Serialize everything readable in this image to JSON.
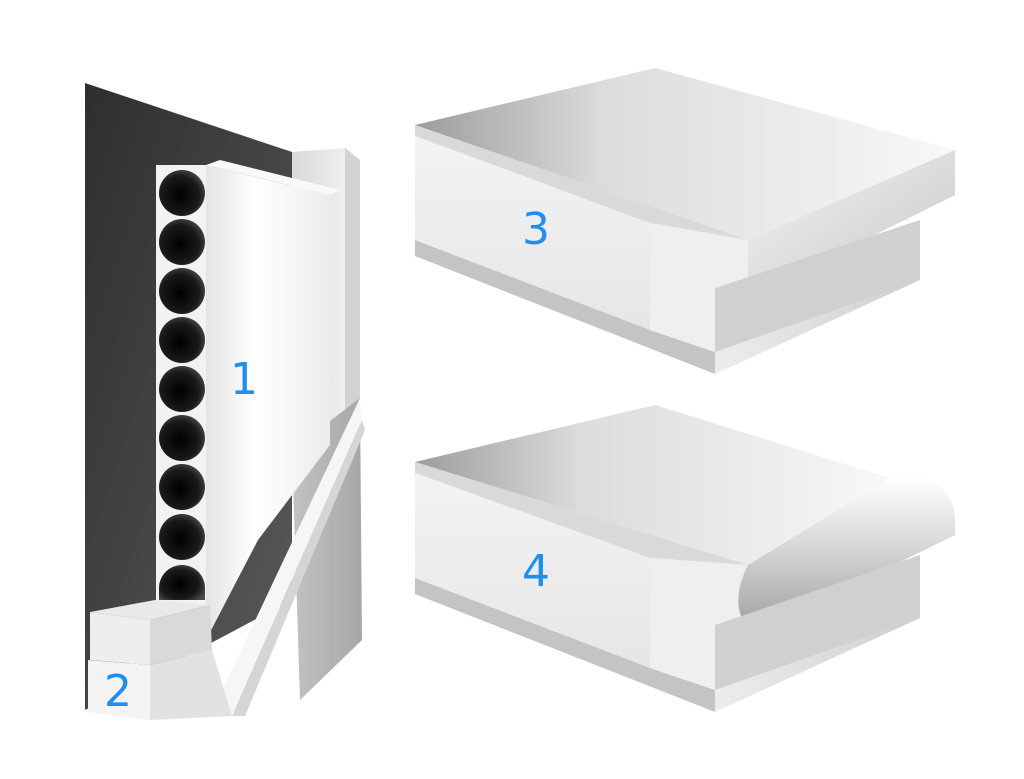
{
  "colors": {
    "background": "#ffffff",
    "label": "#1E8EF3",
    "dark_panel": "#3a3a3a",
    "light_face": "#f1f1f1",
    "mid_grey": "#b9b9b9",
    "edge_grey": "#c9c9c9"
  },
  "callouts": {
    "door_core": "1",
    "door_bottom_rail": "2",
    "square_edge_profile": "3",
    "rounded_edge_profile": "4"
  }
}
